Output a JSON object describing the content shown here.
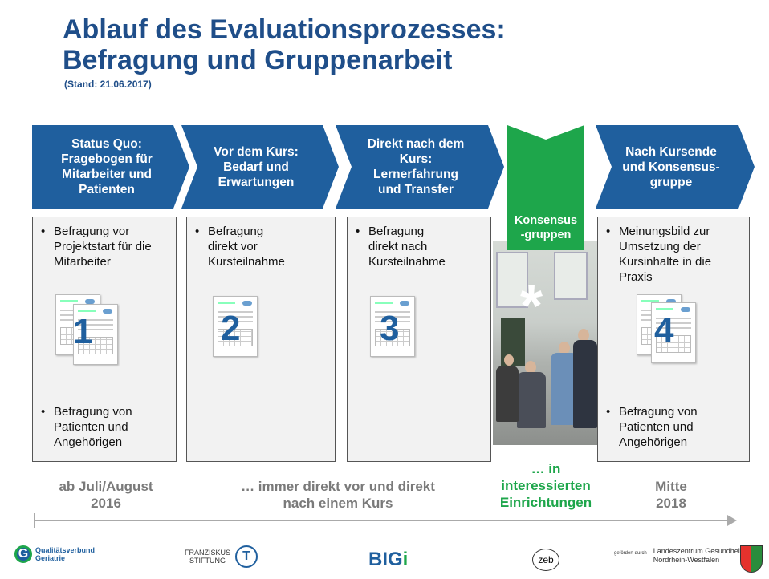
{
  "slide": {
    "title": "Ablauf des Evaluationsprozesses:\nBefragung und Gruppenarbeit",
    "subtitle": "(Stand: 21.06.2017)"
  },
  "phases": [
    {
      "header": "Status Quo:\nFragebogen für\nMitarbeiter und\nPatienten",
      "bullets_top": [
        "Befragung vor\nProjektstart für die\nMitarbeiter"
      ],
      "number": "1",
      "bullets_bottom": [
        "Befragung von\nPatienten und\nAngehörigen"
      ]
    },
    {
      "header": "Vor dem Kurs:\nBedarf und\nErwartungen",
      "bullets_top": [
        "Befragung\ndirekt vor\nKursteilnahme"
      ],
      "number": "2"
    },
    {
      "header": "Direkt nach dem\nKurs:\nLernerfahrung\nund Transfer",
      "bullets_top": [
        "Befragung\ndirekt nach\nKursteilnahme"
      ],
      "number": "3"
    },
    {
      "header": "Konsensus\n-gruppen",
      "symbol": "*"
    },
    {
      "header": "Nach Kursende\nund Konsensus-\ngruppe",
      "bullets_top": [
        "Meinungsbild zur\nUmsetzung der\nKursinhalte in die\nPraxis"
      ],
      "number": "4",
      "bullets_bottom": [
        "Befragung von\nPatienten und\nAngehörigen"
      ]
    }
  ],
  "timeline": {
    "labels": [
      "ab Juli/August\n2016",
      "… immer direkt vor und direkt\nnach einem Kurs",
      "… in\ninteressierten\nEinrichtungen",
      "Mitte\n2018"
    ]
  },
  "footer": {
    "logo_qualitaet": "Qualitätsverbund\nGeriatrie",
    "logo_franziskus": "FRANZISKUS\nSTIFTUNG",
    "logo_big": "BIG",
    "logo_big_suffix": "i",
    "logo_zeb": "zeb",
    "foerder": "gefördert durch",
    "lzg": "Landeszentrum Gesundheit\nNordrhein-Westfalen"
  },
  "colors": {
    "blue": "#1f5f9e",
    "green": "#1ea64b",
    "gray_text": "#7a7a7a"
  }
}
